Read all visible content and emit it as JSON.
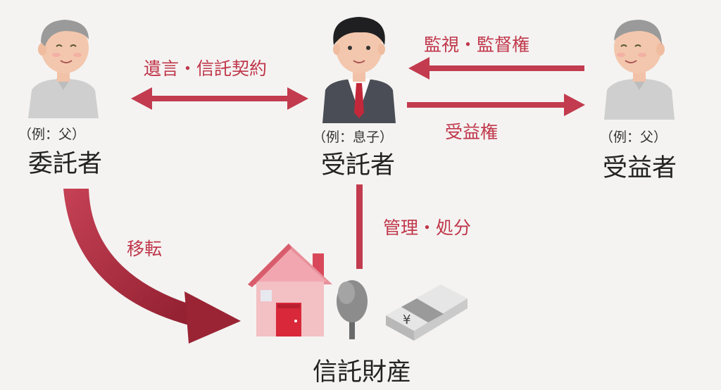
{
  "people": {
    "settlor": {
      "example": "（例：父）",
      "role": "委託者"
    },
    "trustee": {
      "example": "（例：息子）",
      "role": "受託者"
    },
    "beneficiary": {
      "example": "（例：父）",
      "role": "受益者"
    }
  },
  "relations": {
    "will_contract": "遺言・信託契約",
    "supervision": "監視・監督権",
    "beneficial_right": "受益権",
    "management": "管理・処分",
    "transfer": "移転"
  },
  "property": {
    "label": "信託財産",
    "yen_symbol": "¥"
  },
  "colors": {
    "arrow": "#c23b4e",
    "arrow_dark": "#a02838",
    "house_pink": "#f3c0c4",
    "door": "#d8283a"
  }
}
